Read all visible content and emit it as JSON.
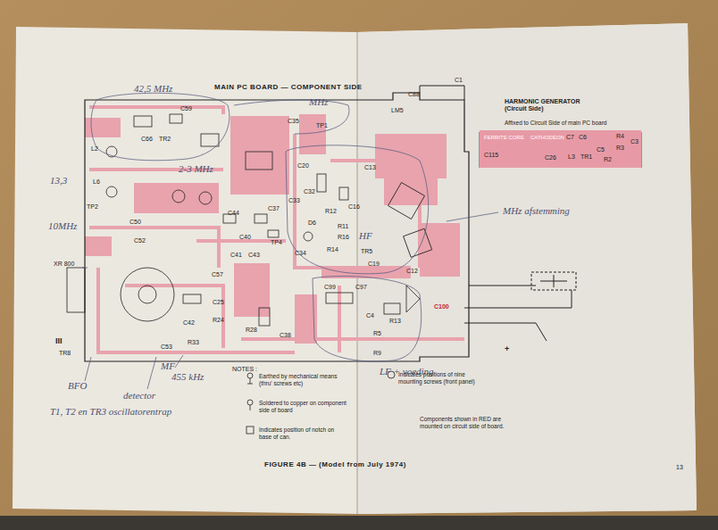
{
  "diagram": {
    "title": "MAIN PC BOARD — COMPONENT SIDE",
    "caption": "FIGURE 4B — (Model from July 1974)",
    "nodes": [
      {
        "text": [
          "HARMONIC GENERATOR (Circuit Side)",
          "Affixed to Circuit Side of main PC board"
        ]
      }
    ],
    "edges": [],
    "labels": [
      "42,5 MHz",
      "MHz",
      "2-3 MHz",
      "13,3",
      "10MHz",
      "XR 800",
      "III",
      "HF",
      "MHz afstemming",
      "BFO",
      "detector",
      "MF",
      "455 kHz",
      "T1, T2 en TR3 oscillatorentrap",
      "LF + voeding",
      "TP1",
      "C88",
      "LM5",
      "C1",
      "C35",
      "C20",
      "C13",
      "C32",
      "C33",
      "R12",
      "C16",
      "R11",
      "R16",
      "TR5",
      "R14",
      "C19",
      "C12",
      "D6",
      "C37",
      "TP4",
      "C34",
      "C44",
      "C40",
      "C41",
      "C43",
      "C99",
      "C97",
      "C4",
      "R13",
      "R5",
      "R9",
      "C100",
      "R24",
      "C25",
      "R28",
      "C38",
      "R33",
      "C53",
      "TR8",
      "C66",
      "TR2",
      "C59",
      "L2",
      "L6",
      "TP2",
      "C50",
      "C52",
      "C57",
      "C42",
      "FERRITE CORE",
      "CATHODEON",
      "C7",
      "C6",
      "R4",
      "R3",
      "C3",
      "C115",
      "C26",
      "L3",
      "TR1",
      "C5",
      "R2",
      "NOTES :",
      "Earthed by mechanical means (thru' screws etc)",
      "Soldered to copper on component side of board",
      "Indicates position of notch on base of can.",
      "Indicates positions of nine mounting screws (front panel)",
      "Components shown in RED are mounted on circuit side of board.",
      "+",
      "13"
    ]
  }
}
